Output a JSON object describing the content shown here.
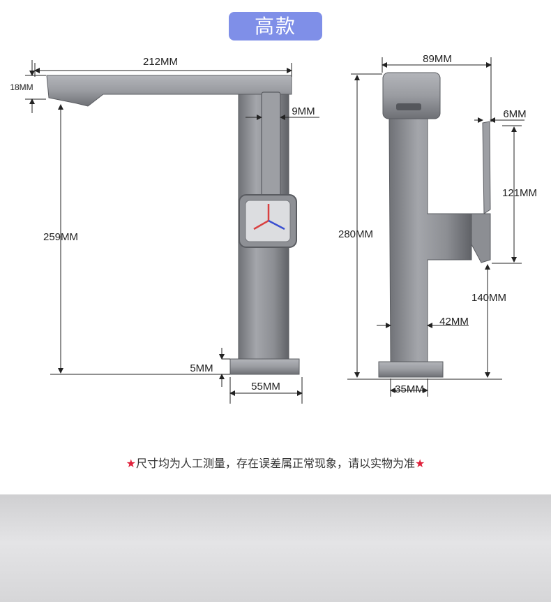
{
  "header": {
    "badge_label": "高款"
  },
  "front_view": {
    "dims": {
      "spout_length": "212MM",
      "spout_thickness": "18MM",
      "handle_width": "9MM",
      "height": "259MM",
      "base_thickness": "5MM",
      "base_width": "55MM"
    }
  },
  "side_view": {
    "dims": {
      "top_width": "89MM",
      "lever_thickness": "6MM",
      "lever_height": "121MM",
      "total_height": "280MM",
      "outlet_height": "140MM",
      "body_width": "42MM",
      "base_width": "35MM"
    }
  },
  "footer": {
    "star": "★",
    "note": "尺寸均为人工测量，存在误差属正常现象，请以实物为准"
  },
  "colors": {
    "badge": "#7f8fe8",
    "star": "#e0203a",
    "metal": "#8a8c91"
  }
}
